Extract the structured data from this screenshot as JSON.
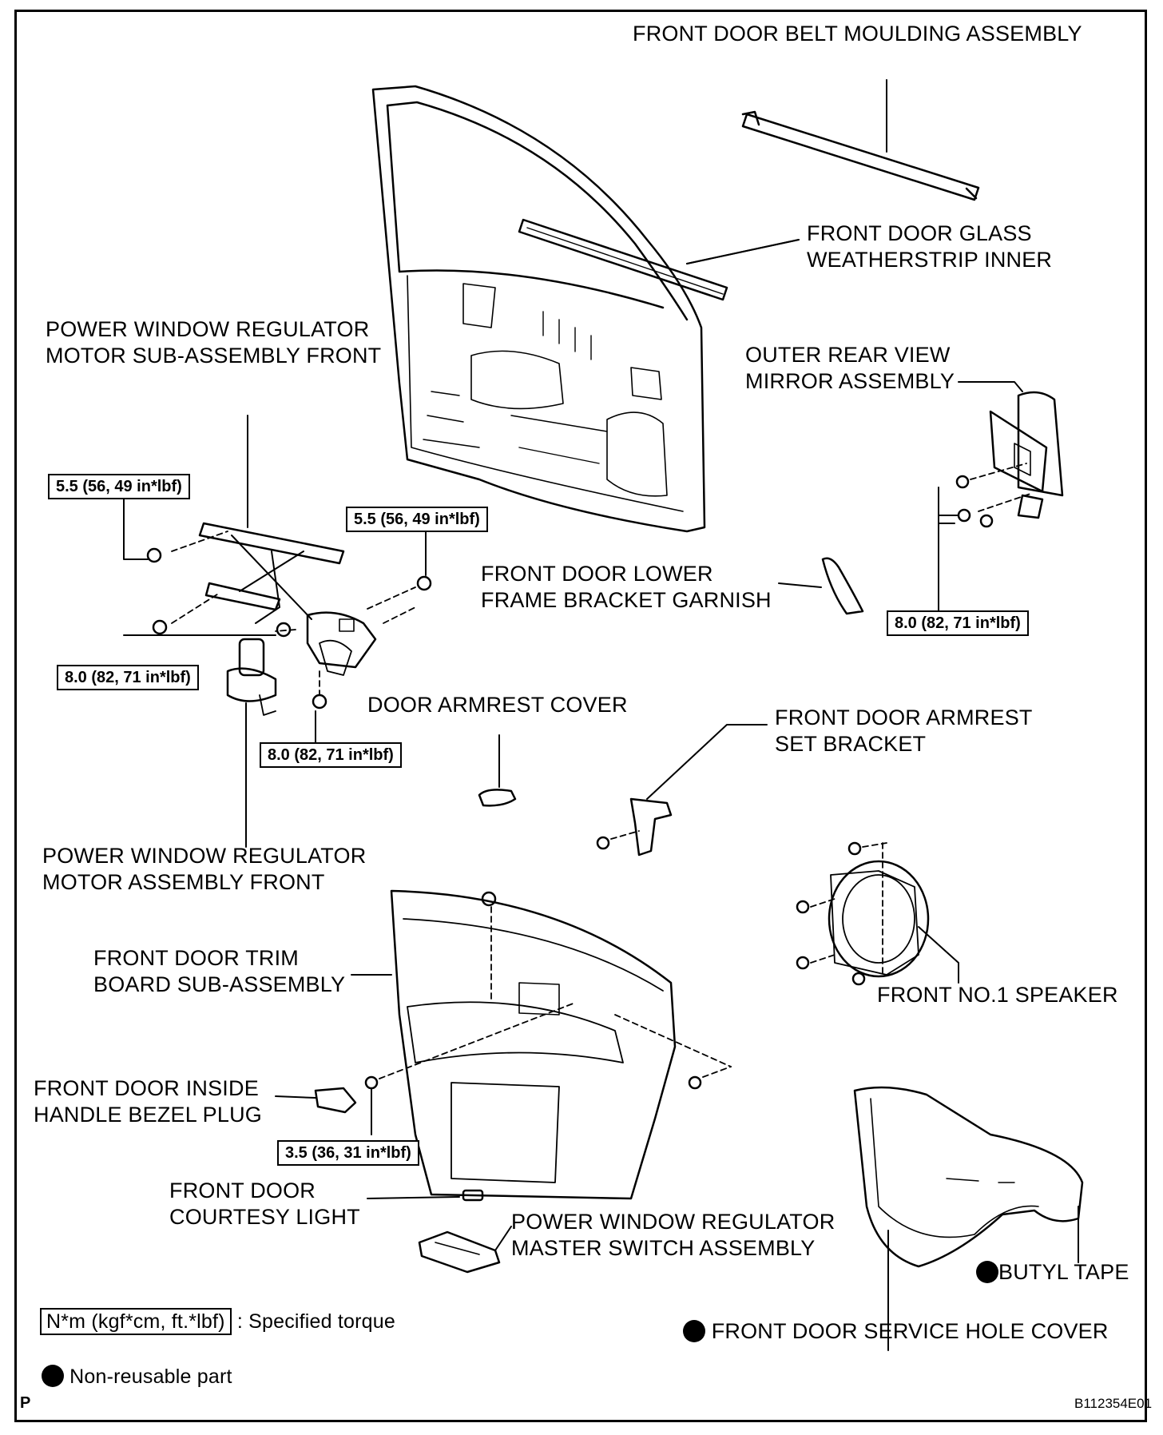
{
  "labels": {
    "belt_moulding": "FRONT DOOR BELT MOULDING ASSEMBLY",
    "glass_weatherstrip_1": "FRONT DOOR GLASS",
    "glass_weatherstrip_2": "WEATHERSTRIP INNER",
    "regulator_motor_sub_1": "POWER WINDOW REGULATOR",
    "regulator_motor_sub_2": "MOTOR SUB-ASSEMBLY FRONT",
    "mirror_1": "OUTER REAR VIEW",
    "mirror_2": "MIRROR ASSEMBLY",
    "lower_frame_garnish_1": "FRONT DOOR LOWER",
    "lower_frame_garnish_2": "FRAME BRACKET GARNISH",
    "armrest_cover": "DOOR ARMREST COVER",
    "armrest_bracket_1": "FRONT DOOR ARMREST",
    "armrest_bracket_2": "SET BRACKET",
    "regulator_motor_1": "POWER WINDOW REGULATOR",
    "regulator_motor_2": "MOTOR ASSEMBLY FRONT",
    "trim_board_1": "FRONT DOOR TRIM",
    "trim_board_2": "BOARD SUB-ASSEMBLY",
    "speaker": "FRONT NO.1 SPEAKER",
    "bezel_plug_1": "FRONT DOOR INSIDE",
    "bezel_plug_2": "HANDLE BEZEL PLUG",
    "courtesy_light_1": "FRONT DOOR",
    "courtesy_light_2": "COURTESY LIGHT",
    "master_switch_1": "POWER WINDOW REGULATOR",
    "master_switch_2": "MASTER SWITCH ASSEMBLY",
    "butyl_tape": "BUTYL TAPE",
    "service_hole_cover": "FRONT DOOR SERVICE HOLE COVER"
  },
  "torques": {
    "t1": "5.5 (56, 49 in*lbf)",
    "t2": "5.5 (56, 49 in*lbf)",
    "t3": "8.0 (82, 71 in*lbf)",
    "t4": "8.0 (82, 71 in*lbf)",
    "t5": "8.0 (82, 71 in*lbf)",
    "t6": "3.5 (36, 31 in*lbf)"
  },
  "legend": {
    "torque_box": "N*m (kgf*cm, ft.*lbf)",
    "torque_text": ": Specified torque",
    "non_reusable": "Non-reusable part"
  },
  "corner_left": "P",
  "figure_code": "B112354E01"
}
